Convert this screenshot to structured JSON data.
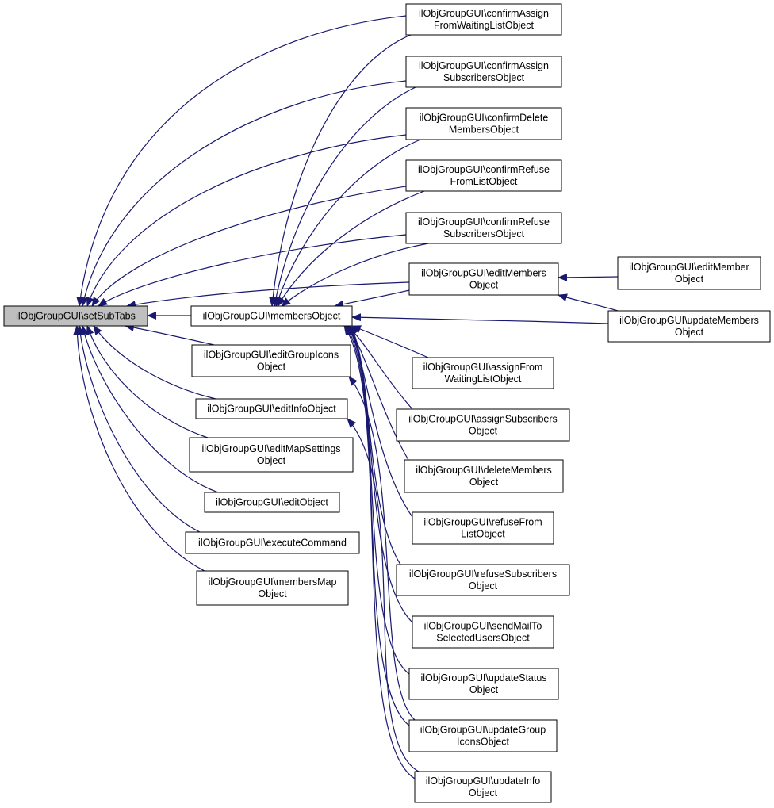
{
  "colors": {
    "edge": "#191970",
    "node_border": "#000000",
    "node_fill": "#ffffff",
    "root_fill": "#bfbfbf"
  },
  "nodes": [
    {
      "id": "setSubTabs",
      "lines": [
        "ilObjGroupGUI\\setSubTabs"
      ],
      "root": true
    },
    {
      "id": "membersObject",
      "lines": [
        "ilObjGroupGUI\\membersObject"
      ]
    },
    {
      "id": "editGroupIconsObject",
      "lines": [
        "ilObjGroupGUI\\editGroupIcons",
        "Object"
      ]
    },
    {
      "id": "editInfoObject",
      "lines": [
        "ilObjGroupGUI\\editInfoObject"
      ]
    },
    {
      "id": "editMapSettingsObject",
      "lines": [
        "ilObjGroupGUI\\editMapSettings",
        "Object"
      ]
    },
    {
      "id": "editObject",
      "lines": [
        "ilObjGroupGUI\\editObject"
      ]
    },
    {
      "id": "executeCommand",
      "lines": [
        "ilObjGroupGUI\\executeCommand"
      ]
    },
    {
      "id": "membersMapObject",
      "lines": [
        "ilObjGroupGUI\\membersMap",
        "Object"
      ]
    },
    {
      "id": "confirmAssignFromWaitingListObject",
      "lines": [
        "ilObjGroupGUI\\confirmAssign",
        "FromWaitingListObject"
      ]
    },
    {
      "id": "confirmAssignSubscribersObject",
      "lines": [
        "ilObjGroupGUI\\confirmAssign",
        "SubscribersObject"
      ]
    },
    {
      "id": "confirmDeleteMembersObject",
      "lines": [
        "ilObjGroupGUI\\confirmDelete",
        "MembersObject"
      ]
    },
    {
      "id": "confirmRefuseFromListObject",
      "lines": [
        "ilObjGroupGUI\\confirmRefuse",
        "FromListObject"
      ]
    },
    {
      "id": "confirmRefuseSubscribersObject",
      "lines": [
        "ilObjGroupGUI\\confirmRefuse",
        "SubscribersObject"
      ]
    },
    {
      "id": "editMembersObject",
      "lines": [
        "ilObjGroupGUI\\editMembers",
        "Object"
      ]
    },
    {
      "id": "assignFromWaitingListObject",
      "lines": [
        "ilObjGroupGUI\\assignFrom",
        "WaitingListObject"
      ]
    },
    {
      "id": "assignSubscribersObject",
      "lines": [
        "ilObjGroupGUI\\assignSubscribers",
        "Object"
      ]
    },
    {
      "id": "deleteMembersObject",
      "lines": [
        "ilObjGroupGUI\\deleteMembers",
        "Object"
      ]
    },
    {
      "id": "refuseFromListObject",
      "lines": [
        "ilObjGroupGUI\\refuseFrom",
        "ListObject"
      ]
    },
    {
      "id": "refuseSubscribersObject",
      "lines": [
        "ilObjGroupGUI\\refuseSubscribers",
        "Object"
      ]
    },
    {
      "id": "sendMailToSelectedUsersObject",
      "lines": [
        "ilObjGroupGUI\\sendMailTo",
        "SelectedUsersObject"
      ]
    },
    {
      "id": "updateStatusObject",
      "lines": [
        "ilObjGroupGUI\\updateStatus",
        "Object"
      ]
    },
    {
      "id": "updateGroupIconsObject",
      "lines": [
        "ilObjGroupGUI\\updateGroup",
        "IconsObject"
      ]
    },
    {
      "id": "updateInfoObject",
      "lines": [
        "ilObjGroupGUI\\updateInfo",
        "Object"
      ]
    },
    {
      "id": "editMemberObject",
      "lines": [
        "ilObjGroupGUI\\editMember",
        "Object"
      ]
    },
    {
      "id": "updateMembersObject",
      "lines": [
        "ilObjGroupGUI\\updateMembers",
        "Object"
      ]
    }
  ],
  "edges": [
    {
      "from": "membersObject",
      "to": "setSubTabs"
    },
    {
      "from": "editGroupIconsObject",
      "to": "setSubTabs"
    },
    {
      "from": "editInfoObject",
      "to": "setSubTabs"
    },
    {
      "from": "editMapSettingsObject",
      "to": "setSubTabs"
    },
    {
      "from": "editObject",
      "to": "setSubTabs"
    },
    {
      "from": "executeCommand",
      "to": "setSubTabs"
    },
    {
      "from": "membersMapObject",
      "to": "setSubTabs"
    },
    {
      "from": "confirmAssignFromWaitingListObject",
      "to": "setSubTabs"
    },
    {
      "from": "confirmAssignSubscribersObject",
      "to": "setSubTabs"
    },
    {
      "from": "confirmDeleteMembersObject",
      "to": "setSubTabs"
    },
    {
      "from": "confirmRefuseFromListObject",
      "to": "setSubTabs"
    },
    {
      "from": "confirmRefuseSubscribersObject",
      "to": "setSubTabs"
    },
    {
      "from": "editMembersObject",
      "to": "setSubTabs"
    },
    {
      "from": "confirmAssignFromWaitingListObject",
      "to": "membersObject"
    },
    {
      "from": "confirmAssignSubscribersObject",
      "to": "membersObject"
    },
    {
      "from": "confirmDeleteMembersObject",
      "to": "membersObject"
    },
    {
      "from": "confirmRefuseFromListObject",
      "to": "membersObject"
    },
    {
      "from": "confirmRefuseSubscribersObject",
      "to": "membersObject"
    },
    {
      "from": "editMembersObject",
      "to": "membersObject"
    },
    {
      "from": "updateMembersObject",
      "to": "membersObject"
    },
    {
      "from": "assignFromWaitingListObject",
      "to": "membersObject"
    },
    {
      "from": "assignSubscribersObject",
      "to": "membersObject"
    },
    {
      "from": "deleteMembersObject",
      "to": "membersObject"
    },
    {
      "from": "refuseFromListObject",
      "to": "membersObject"
    },
    {
      "from": "refuseSubscribersObject",
      "to": "membersObject"
    },
    {
      "from": "sendMailToSelectedUsersObject",
      "to": "membersObject"
    },
    {
      "from": "updateStatusObject",
      "to": "membersObject"
    },
    {
      "from": "updateGroupIconsObject",
      "to": "membersObject"
    },
    {
      "from": "updateInfoObject",
      "to": "membersObject"
    },
    {
      "from": "editMemberObject",
      "to": "editMembersObject"
    },
    {
      "from": "updateMembersObject",
      "to": "editMembersObject"
    },
    {
      "from": "updateGroupIconsObject",
      "to": "editGroupIconsObject"
    },
    {
      "from": "updateInfoObject",
      "to": "editInfoObject"
    }
  ]
}
